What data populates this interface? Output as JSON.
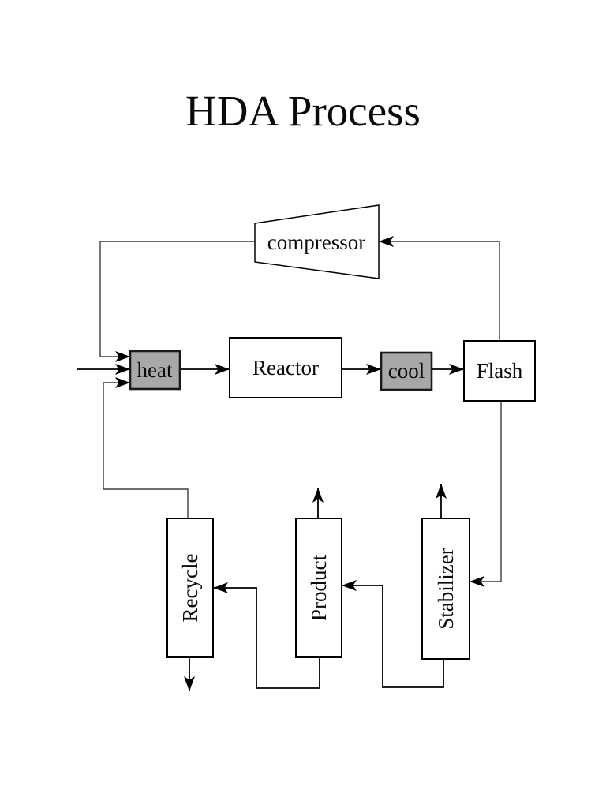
{
  "page": {
    "title": "HDA Process"
  },
  "colors": {
    "background": "#ffffff",
    "line": "#000000",
    "unit_fill": "#a8a8a8",
    "box_fill": "#ffffff"
  },
  "blocks": {
    "compressor": {
      "label": "compressor"
    },
    "heat": {
      "label": "heat"
    },
    "reactor": {
      "label": "Reactor"
    },
    "cool": {
      "label": "cool"
    },
    "flash": {
      "label": "Flash"
    },
    "recycle": {
      "label": "Recycle"
    },
    "product": {
      "label": "Product"
    },
    "stabilizer": {
      "label": "Stabilizer"
    }
  }
}
